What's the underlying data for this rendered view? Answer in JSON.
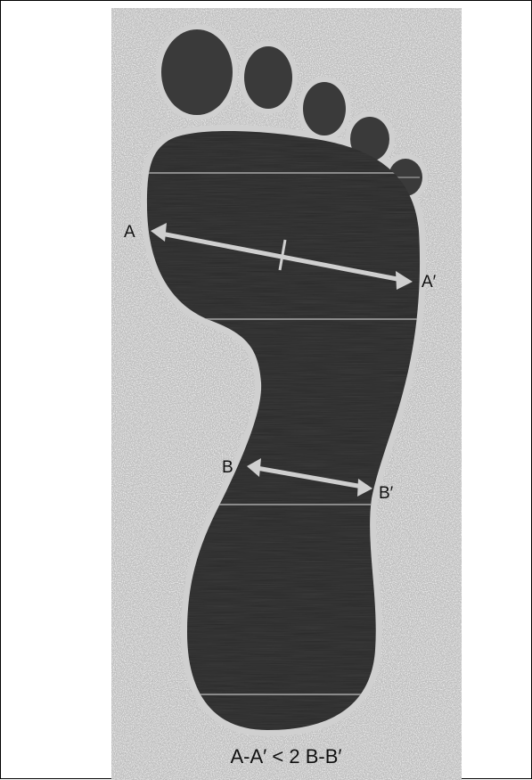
{
  "figure": {
    "labels": {
      "a": "A",
      "a_prime": "A′",
      "b": "B",
      "b_prime": "B′"
    },
    "caption": "A-A′ < 2 B-B′"
  },
  "colors": {
    "background": "#bfbfbf",
    "footprint": "#3d3d3d",
    "measure_line": "#c8c8c8",
    "text": "#111111"
  }
}
